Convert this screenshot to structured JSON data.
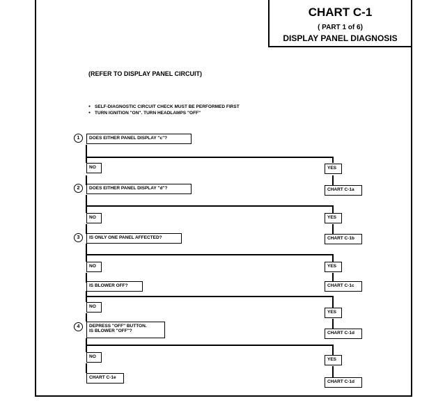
{
  "title": {
    "chart": "CHART C-1",
    "part": "( PART 1 of 6)",
    "name": "DISPLAY PANEL DIAGNOSIS"
  },
  "refer": "(REFER TO DISPLAY PANEL CIRCUIT)",
  "notes": [
    "SELF-DIAGNOSTIC CIRCUIT CHECK MUST BE PERFORMED FIRST",
    "TURN IGNITION \"ON\".  TURN HEADLAMPS \"OFF\""
  ],
  "steps": [
    {
      "num": "1",
      "question": "DOES EITHER PANEL DISPLAY \"c\"?"
    },
    {
      "num": "2",
      "question": "DOES EITHER PANEL DISPLAY \"d\"?"
    },
    {
      "num": "3",
      "question": "IS ONLY ONE PANEL AFFECTED?"
    },
    {
      "num": "",
      "question": "IS BLOWER OFF?"
    },
    {
      "num": "4",
      "question": "DEPRESS \"OFF\" BUTTON.\nIS BLOWER \"OFF\"?"
    }
  ],
  "no_label": "NO",
  "yes_label": "YES",
  "results": {
    "yes": [
      "CHART C-1a",
      "CHART C-1b",
      "CHART C-1c",
      "CHART C-1d",
      "CHART C-1d"
    ],
    "final_no": "CHART C-1e"
  }
}
